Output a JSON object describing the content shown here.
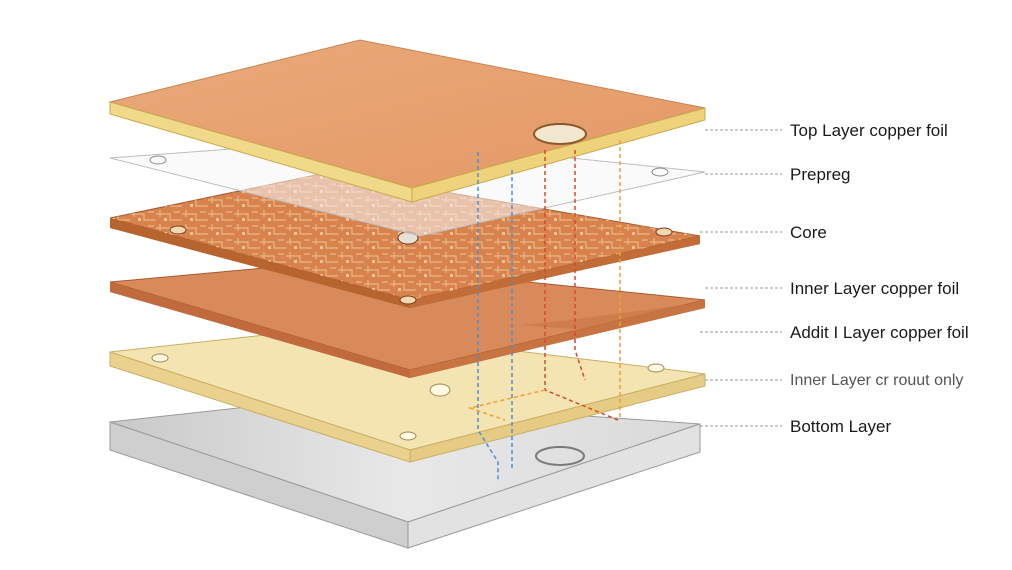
{
  "labels": {
    "top_layer": "Top Layer copper foil",
    "prepreg": "Prepreg",
    "core": "Core",
    "inner_layer": "Inner Layer copper foil",
    "additional_layer": "Addit I Layer copper foil",
    "inner_cutout": "Inner Layer cr rouut only",
    "bottom_layer": "Bottom Layer"
  },
  "colors": {
    "copper": "#e8a878",
    "copper_dark": "#c97a4a",
    "pcb_orange": "#d8804a",
    "prepreg_fill": "#f4f4f4",
    "substrate": "#f3e2ae",
    "substrate_edge": "#e2c87c",
    "bottom_gray": "#d6d6d6",
    "guide_blue": "#4a8fd6",
    "guide_orange": "#f0a030",
    "guide_red": "#d84a2a"
  }
}
